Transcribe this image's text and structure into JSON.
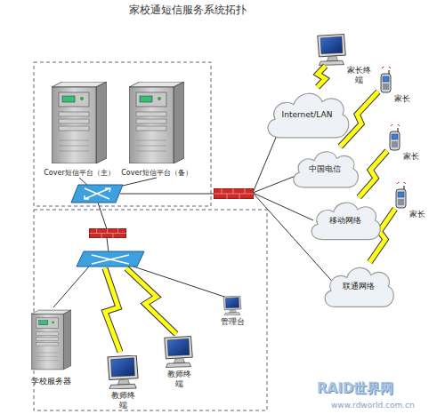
{
  "diagram": {
    "title": "家校通短信服务系统拓扑",
    "nodes": [
      {
        "text": [
          "Cover短信平台（主）"
        ]
      },
      {
        "text": [
          "Cover短信平台（备）"
        ]
      },
      {
        "text": [
          "学校服务器"
        ]
      },
      {
        "text": [
          "教师终端"
        ]
      },
      {
        "text": [
          "教师终端"
        ]
      },
      {
        "text": [
          "管理台"
        ]
      },
      {
        "text": [
          "Internet/LAN"
        ]
      },
      {
        "text": [
          "中国电信"
        ]
      },
      {
        "text": [
          "移动网络"
        ]
      },
      {
        "text": [
          "联通网络"
        ]
      },
      {
        "text": [
          "家长终端"
        ]
      },
      {
        "text": [
          "家长"
        ]
      },
      {
        "text": [
          "家长"
        ]
      },
      {
        "text": [
          "家长"
        ]
      }
    ],
    "edges": [
      {
        "from": 6,
        "to": 10,
        "arrow": "none"
      },
      {
        "from": 7,
        "to": 11,
        "arrow": "none"
      },
      {
        "from": 8,
        "to": 12,
        "arrow": "none"
      },
      {
        "from": 9,
        "to": 13,
        "arrow": "none"
      }
    ],
    "labels": [
      "RAID世界网",
      "www.rdworld.com.cn"
    ]
  }
}
